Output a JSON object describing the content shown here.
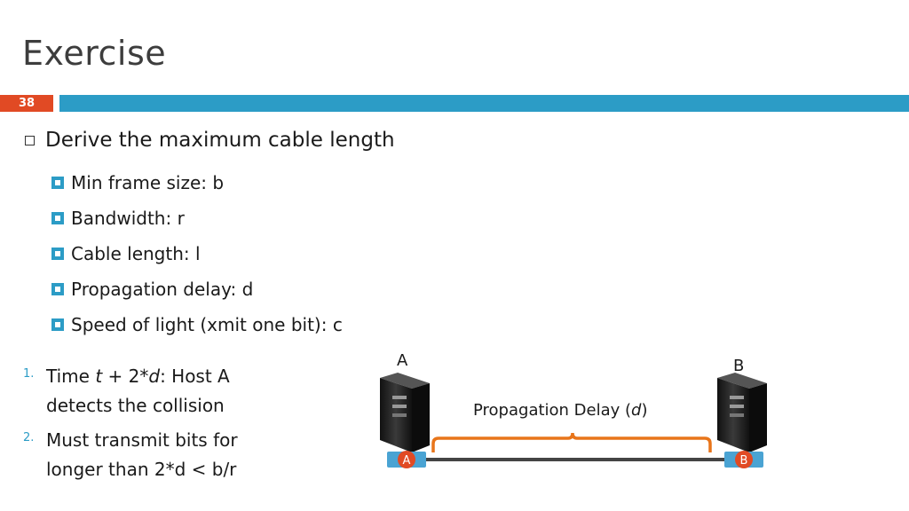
{
  "slide": {
    "title": "Exercise",
    "number": "38"
  },
  "bullets": {
    "main": "Derive the maximum cable length",
    "subs": [
      "Min frame size: b",
      "Bandwidth: r",
      "Cable length: l",
      "Propagation delay: d",
      "Speed of light (xmit one bit): c"
    ]
  },
  "numbered": {
    "items": [
      {
        "number": "1.",
        "part1": "Time ",
        "t": "t",
        "part2": " + 2*",
        "d": "d",
        "part3": ": Host A",
        "line2": "detects the collision"
      },
      {
        "number": "2.",
        "line1": "Must transmit bits for",
        "line2": "longer than 2*d < b/r"
      }
    ]
  },
  "diagram": {
    "host_a_label": "A",
    "host_b_label": "B",
    "node_a": "A",
    "node_b": "B",
    "prop_text": "Propagation Delay (",
    "prop_var": "d",
    "prop_close": ")",
    "colors": {
      "bracket": "#e8751a",
      "node": "#e14a24",
      "connector": "#4aa3d3",
      "cable": "#444444"
    }
  },
  "colors": {
    "accent_blue": "#2c9cc6",
    "accent_orange": "#e14a24"
  }
}
